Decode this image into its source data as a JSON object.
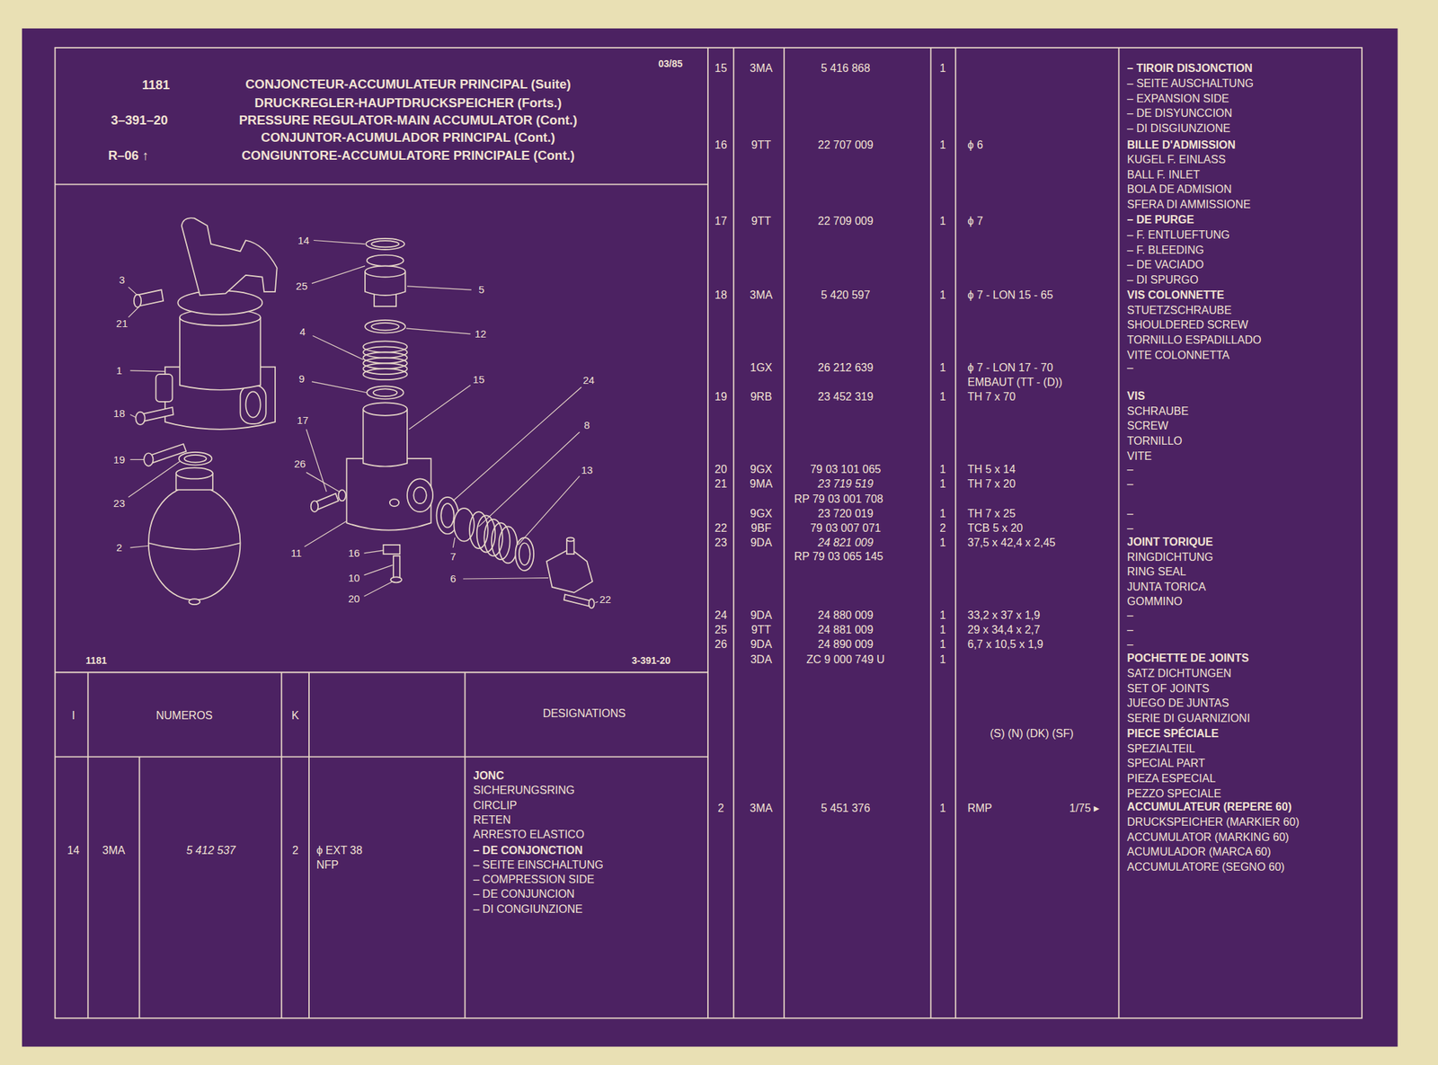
{
  "diagram": {
    "title": "CONJONCTEUR-ACCUMULATEUR PRINCIPAL (Suite)",
    "labels": [
      "1181",
      "3–391–20",
      "R–06 ↑",
      "03/85",
      "DRUCKREGLER-HAUPTDRUCKSPEICHER (Forts.)",
      "PRESSURE REGULATOR-MAIN ACCUMULATOR (Cont.)",
      "CONJUNTOR-ACUMULADOR PRINCIPAL (Cont.)",
      "CONGIUNTORE-ACCUMULATORE PRINCIPALE (Cont.)",
      "14",
      "25",
      "5",
      "3",
      "21",
      "4",
      "12",
      "1",
      "9",
      "15",
      "24",
      "17",
      "8",
      "18",
      "19",
      "26",
      "13",
      "23",
      "2",
      "11",
      "16",
      "7",
      "10",
      "6",
      "20",
      "22",
      "1181",
      "3-391-20",
      "I",
      "NUMEROS",
      "K",
      "DESIGNATIONS",
      "14",
      "3MA",
      "5 412 537",
      "2",
      "ϕ EXT 38",
      "NFP",
      "JONC",
      "SICHERUNGSRING",
      "CIRCLIP",
      "RETEN",
      "ARRESTO ELASTICO",
      "– DE CONJONCTION",
      "– SEITE EINSCHALTUNG",
      "– COMPRESSION SIDE",
      "– DE CONJUNCION",
      "– DI CONGIUNZIONE",
      "15",
      "3MA",
      "5 416 868",
      "1",
      "– TIROIR DISJONCTION",
      "– SEITE AUSCHALTUNG",
      "– EXPANSION SIDE",
      "– DE DISYUNCCION",
      "– DI DISGIUNZIONE",
      "16",
      "9TT",
      "22 707 009",
      "1",
      "ϕ 6",
      "BILLE D'ADMISSION",
      "KUGEL F. EINLASS",
      "BALL F. INLET",
      "BOLA DE ADMISION",
      "SFERA DI AMMISSIONE",
      "17",
      "9TT",
      "22 709 009",
      "1",
      "ϕ 7",
      "– DE PURGE",
      "– F. ENTLUEFTUNG",
      "– F. BLEEDING",
      "– DE VACIADO",
      "– DI SPURGO",
      "18",
      "3MA",
      "5 420 597",
      "1",
      "ϕ 7 - LON 15 - 65",
      "VIS COLONNETTE",
      "STUETZSCHRAUBE",
      "SHOULDERED SCREW",
      "TORNILLO ESPADILLADO",
      "VITE COLONNETTA",
      "1GX",
      "26 212 639",
      "1",
      "ϕ 7 - LON 17 - 70",
      "EMBAUT (TT - (D))",
      "–",
      "19",
      "9RB",
      "23 452 319",
      "1",
      "TH 7 x 70",
      "VIS",
      "SCHRAUBE",
      "SCREW",
      "TORNILLO",
      "VITE",
      "20",
      "9GX",
      "79 03 101 065",
      "1",
      "TH 5 x 14",
      "–",
      "21",
      "9MA",
      "23 719 519",
      "1",
      "TH 7 x 20",
      "–",
      "RP 79 03 001 708",
      "9GX",
      "23 720 019",
      "1",
      "TH 7 x 25",
      "–",
      "22",
      "9BF",
      "79 03 007 071",
      "2",
      "TCB 5 x 20",
      "–",
      "23",
      "9DA",
      "24 821 009",
      "1",
      "37,5 x 42,4 x 2,45",
      "JOINT TORIQUE",
      "RINGDICHTUNG",
      "RING SEAL",
      "JUNTA TORICA",
      "GOMMINO",
      "RP 79 03 065 145",
      "24",
      "9DA",
      "24 880 009",
      "1",
      "33,2 x 37 x 1,9",
      "–",
      "25",
      "9TT",
      "24 881 009",
      "1",
      "29 x 34,4 x 2,7",
      "–",
      "26",
      "9DA",
      "24 890 009",
      "1",
      "6,7 x 10,5 x 1,9",
      "–",
      "3DA",
      "ZC 9 000 749 U",
      "1",
      "POCHETTE DE JOINTS",
      "SATZ DICHTUNGEN",
      "SET OF JOINTS",
      "JUEGO DE JUNTAS",
      "SERIE DI GUARNIZIONI",
      "(S) (N) (DK) (SF)",
      "PIECE SPÉCIALE",
      "SPEZIALTEIL",
      "SPECIAL PART",
      "PIEZA ESPECIAL",
      "PEZZO SPECIALE",
      "2",
      "3MA",
      "5 451 376",
      "1",
      "RMP",
      "1/75 ▸",
      "ACCUMULATEUR (REPERE 60)",
      "DRUCKSPEICHER (MARKIER 60)",
      "ACCUMULATOR (MARKING 60)",
      "ACUMULADOR (MARCA 60)",
      "ACCUMULATORE (SEGNO 60)"
    ]
  }
}
